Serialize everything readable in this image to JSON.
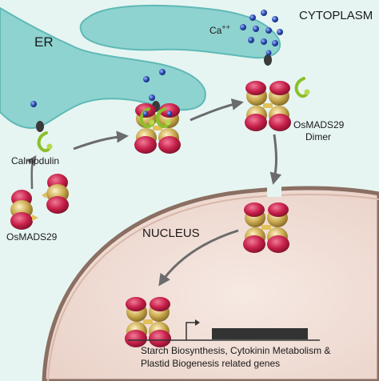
{
  "labels": {
    "cytoplasm": "CYTOPLASM",
    "er": "ER",
    "calcium": "Ca",
    "calcium_charge": "++",
    "calmodulin": "Calmodulin",
    "osmads29": "OsMADS29",
    "dimer_line1": "OsMADS29",
    "dimer_line2": "Dimer",
    "nucleus": "NUCLEUS",
    "genes_line1": "Starch Biosynthesis, Cytokinin Metabolism &",
    "genes_line2": "Plastid Biogenesis related genes"
  },
  "colors": {
    "background": "#e6f5f2",
    "er": "#8ed3d0",
    "er_outline": "#5fb9b6",
    "nucleus": "#f2e1d9",
    "nucleus_rim": "#8a6f62",
    "calcium_ion": "#2746a8",
    "protein_red": "#c8204a",
    "protein_gold": "#c9a94e",
    "calmodulin": "#8cbf2a",
    "arrow": "#6b6b6b",
    "gene": "#333333"
  }
}
